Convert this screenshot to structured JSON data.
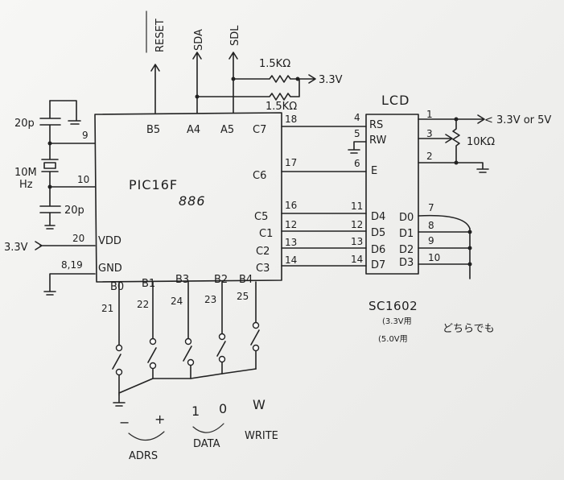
{
  "signals": {
    "reset": "RESET",
    "sda": "SDA",
    "sdl": "SDL"
  },
  "pullups": {
    "r1": "1.5KΩ",
    "r2": "1.5KΩ",
    "vcc": "3.3V"
  },
  "pic": {
    "name": "PIC16F",
    "model": "886",
    "pins": {
      "B5": "B5",
      "A4": "A4",
      "A5": "A5",
      "C7": "C7",
      "C6": "C6",
      "C5": "C5",
      "C1": "C1",
      "C2": "C2",
      "C3": "C3",
      "VDD": "VDD",
      "GND": "GND",
      "B0": "B0",
      "B1": "B1",
      "B3": "B3",
      "B2": "B2",
      "B4": "B4"
    },
    "pin_numbers": {
      "p9": "9",
      "p10": "10",
      "p20": "20",
      "p819": "8,19",
      "p18": "18",
      "p17": "17",
      "p16": "16",
      "p12": "12",
      "p13": "13",
      "p14": "14",
      "p21": "21",
      "p22": "22",
      "p24": "24",
      "p23": "23",
      "p25": "25"
    }
  },
  "crystal": {
    "c1": "20p",
    "c2": "20p",
    "xtal_a": "10M",
    "xtal_b": "Hz"
  },
  "supply": {
    "v33": "3.3V"
  },
  "lcd": {
    "title": "LCD",
    "model": "SC1602",
    "note_line1": "(3.3V用",
    "note_line2": "(5.0V用",
    "note_tail": "どちらでも",
    "pins_left": {
      "RS": "RS",
      "RW": "RW",
      "E": "E",
      "D4": "D4",
      "D5": "D5",
      "D6": "D6",
      "D7": "D7"
    },
    "pins_right": {
      "D0": "D0",
      "D1": "D1",
      "D2": "D2",
      "D3": "D3"
    },
    "pin_numbers": {
      "p4": "4",
      "p5": "5",
      "p6": "6",
      "p11": "11",
      "p12": "12",
      "p13": "13",
      "p14": "14",
      "p1": "1",
      "p3": "3",
      "p2": "2",
      "p7": "7",
      "p8": "8",
      "p9": "9",
      "p10": "10"
    },
    "supply": "< 3.3V or 5V",
    "pot": "10KΩ"
  },
  "switches": {
    "label_minus": "−",
    "label_plus": "+",
    "label_one": "1",
    "label_zero": "0",
    "label_w": "W",
    "adrs": "ADRS",
    "data": "DATA",
    "write": "WRITE"
  }
}
